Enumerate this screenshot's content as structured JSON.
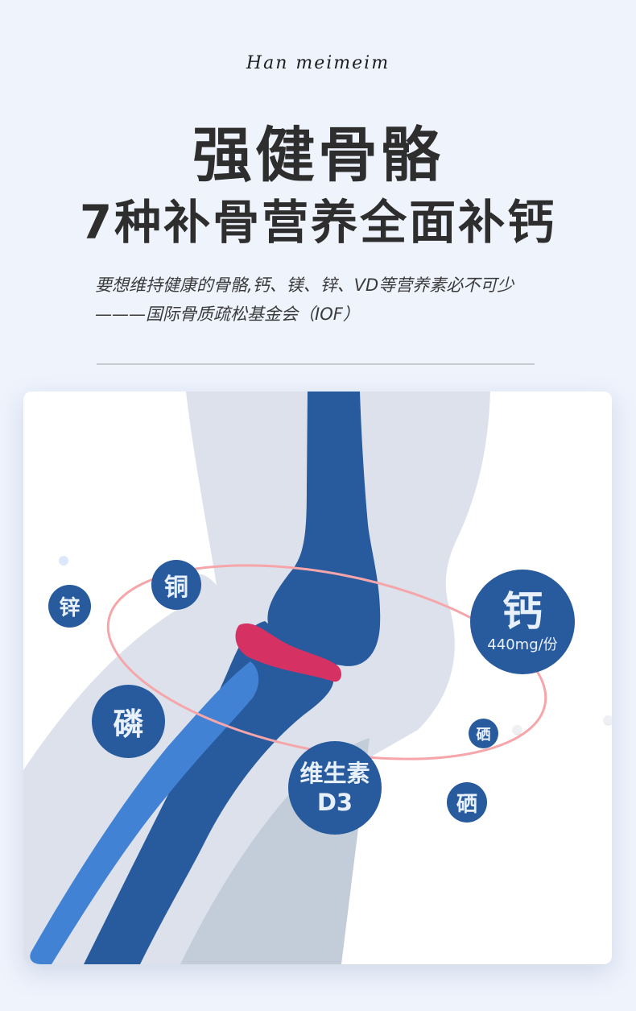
{
  "header": {
    "signature": "Han meimeim",
    "title": "强健骨骼",
    "subtitle": "7种补骨营养全面补钙",
    "quote_line1": "要想维持健康的骨骼,钙、镁、锌、VD等营养素必不可少",
    "quote_line2": "———国际骨质疏松基金会（IOF）"
  },
  "illustration": {
    "description": "knee-joint",
    "nutrients": [
      {
        "id": "zinc",
        "label": "锌"
      },
      {
        "id": "copper",
        "label": "铜"
      },
      {
        "id": "phosphorus",
        "label": "磷"
      },
      {
        "id": "calcium",
        "label": "钙",
        "amount": "440mg/份"
      },
      {
        "id": "selenium-small",
        "label": "硒"
      },
      {
        "id": "vitamin-d3",
        "label": "维生素",
        "label2": "D3"
      },
      {
        "id": "selenium",
        "label": "硒"
      }
    ],
    "colors": {
      "bubble": "#285b9d",
      "bone_dark": "#285b9d",
      "bone_light": "#4182d5",
      "cartilage": "#d63163",
      "ring": "#f6a6aa",
      "tissue": "#dce1eb",
      "tissue_dark": "#c2cdd9",
      "background": "#eef3fc"
    }
  }
}
